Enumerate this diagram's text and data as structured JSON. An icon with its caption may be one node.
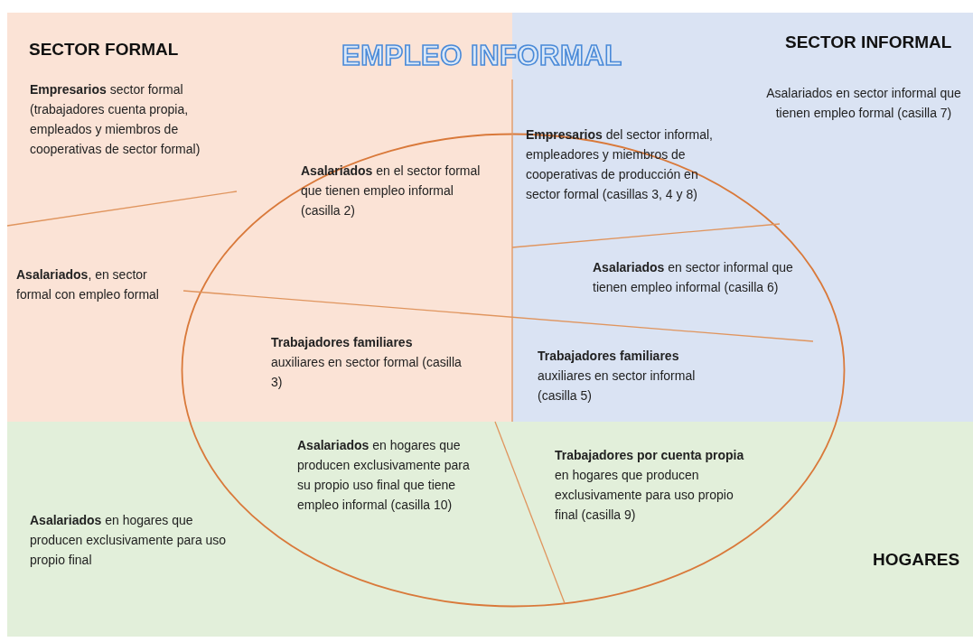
{
  "diagram": {
    "title": "EMPLEO INFORMAL",
    "nodes": [
      {
        "text": [
          "SECTOR FORMAL"
        ]
      },
      {
        "text": [
          "**Empresarios** sector formal (trabajadores cuenta propia, empleados y miembros de cooperativas de sector formal)"
        ],
        "in": 0
      },
      {
        "text": [
          "**Asalariados**, en sector formal con empleo formal"
        ],
        "in": 0
      },
      {
        "text": [
          "SECTOR INFORMAL"
        ]
      },
      {
        "text": [
          "Asalariados en sector informal que tienen empleo formal (casilla 7)"
        ],
        "in": 3
      },
      {
        "text": [
          "HOGARES"
        ]
      },
      {
        "text": [
          "**Asalariados** en hogares que producen exclusivamente para uso propio final"
        ],
        "in": 5
      },
      {
        "text": [],
        "shape": "ellipse"
      },
      {
        "text": [
          "**Asalariados** en el sector formal que tienen empleo informal (casilla 2)"
        ]
      },
      {
        "text": [
          "**Empresarios** del sector informal, empleadores y miembros de cooperativas de producción en sector formal  (casillas 3, 4 y 8)"
        ]
      },
      {
        "text": [
          "**Asalariados** en sector informal que tienen empleo informal (casilla 6)"
        ]
      },
      {
        "text": [
          "**Trabajadores familiares** auxiliares en sector formal (casilla 3)"
        ]
      },
      {
        "text": [
          "**Trabajadores familiares** auxiliares en sector informal (casilla 5)"
        ]
      },
      {
        "text": [
          "**Asalariados** en hogares que producen exclusivamente para su propio uso final que tiene empleo informal (casilla 10)"
        ]
      },
      {
        "text": [
          "**Trabajadores por cuenta propia** en hogares que producen exclusivamente para uso propio final (casilla 9)"
        ]
      }
    ]
  }
}
